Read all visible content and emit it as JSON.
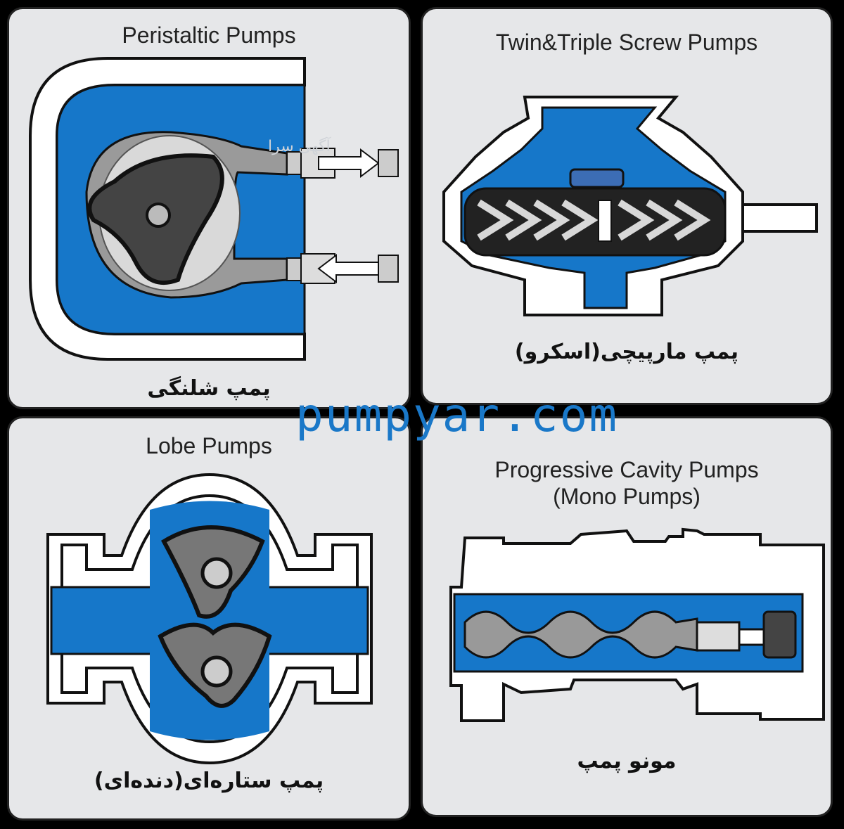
{
  "panels": {
    "peristaltic": {
      "title": "Peristaltic Pumps",
      "caption_fa": "پمپ شلنگی",
      "watermark_fa": "آگهی سرا"
    },
    "screw": {
      "title": "Twin&Triple Screw Pumps",
      "caption_fa": "پمپ مارپیچی(اسکرو)"
    },
    "lobe": {
      "title": "Lobe Pumps",
      "caption_fa": "پمپ ستاره‌ای(دنده‌ای)"
    },
    "progressive": {
      "title": "Progressive Cavity Pumps\n(Mono Pumps)",
      "caption_fa": "مونو پمپ"
    }
  },
  "watermark": "pumpyar.com",
  "colors": {
    "fluid": "#1677c9",
    "panel": "#e6e7e9",
    "outline": "#111111",
    "rotor": "#5a5a5a",
    "hose": "#9a9a9a"
  }
}
